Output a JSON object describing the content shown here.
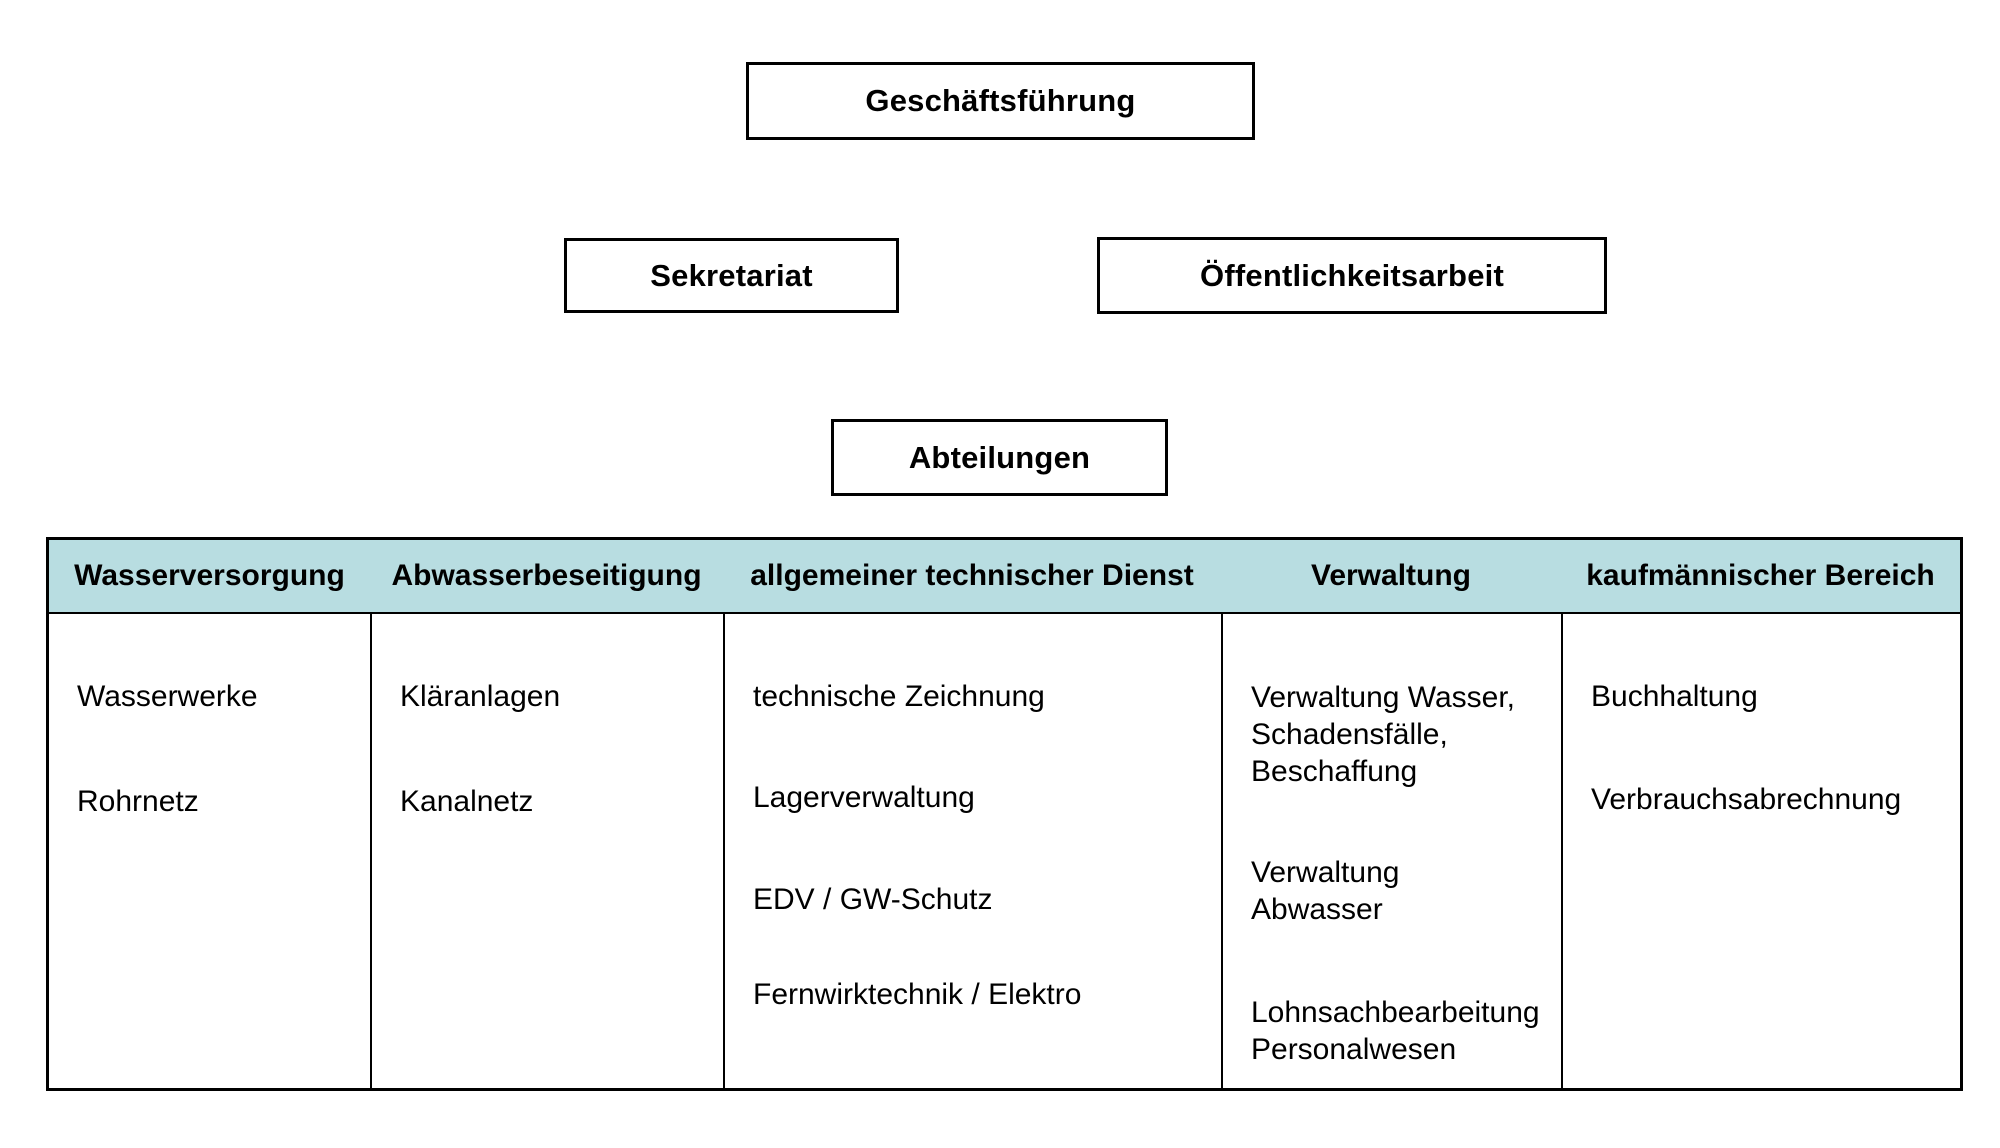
{
  "page": {
    "background_color": "#ffffff",
    "text_color": "#000000",
    "border_color": "#000000"
  },
  "boxes": {
    "management": "Geschäftsführung",
    "secretariat": "Sekretariat",
    "public_relations": "Öffentlichkeitsarbeit",
    "departments": "Abteilungen"
  },
  "departments_table": {
    "header_bg": "#b8dde1",
    "columns": [
      {
        "header": "Wasserversorgung",
        "items": [
          {
            "lines": [
              "Wasserwerke"
            ]
          },
          {
            "lines": [
              "Rohrnetz"
            ]
          }
        ]
      },
      {
        "header": "Abwasserbeseitigung",
        "items": [
          {
            "lines": [
              "Kläranlagen"
            ]
          },
          {
            "lines": [
              "Kanalnetz"
            ]
          }
        ]
      },
      {
        "header": "allgemeiner technischer Dienst",
        "items": [
          {
            "lines": [
              "technische Zeichnung"
            ]
          },
          {
            "lines": [
              "Lagerverwaltung"
            ]
          },
          {
            "lines": [
              "EDV / GW-Schutz"
            ]
          },
          {
            "lines": [
              "Fernwirktechnik / Elektro"
            ]
          }
        ]
      },
      {
        "header": "Verwaltung",
        "items": [
          {
            "lines": [
              "Verwaltung Wasser,",
              "Schadensfälle,",
              "Beschaffung"
            ]
          },
          {
            "lines": [
              "Verwaltung",
              "Abwasser"
            ]
          },
          {
            "lines": [
              "Lohnsachbearbeitung",
              "Personalwesen"
            ]
          }
        ]
      },
      {
        "header": "kaufmännischer Bereich",
        "items": [
          {
            "lines": [
              "Buchhaltung"
            ]
          },
          {
            "lines": [
              "Verbrauchsabrechnung"
            ]
          }
        ]
      }
    ]
  }
}
